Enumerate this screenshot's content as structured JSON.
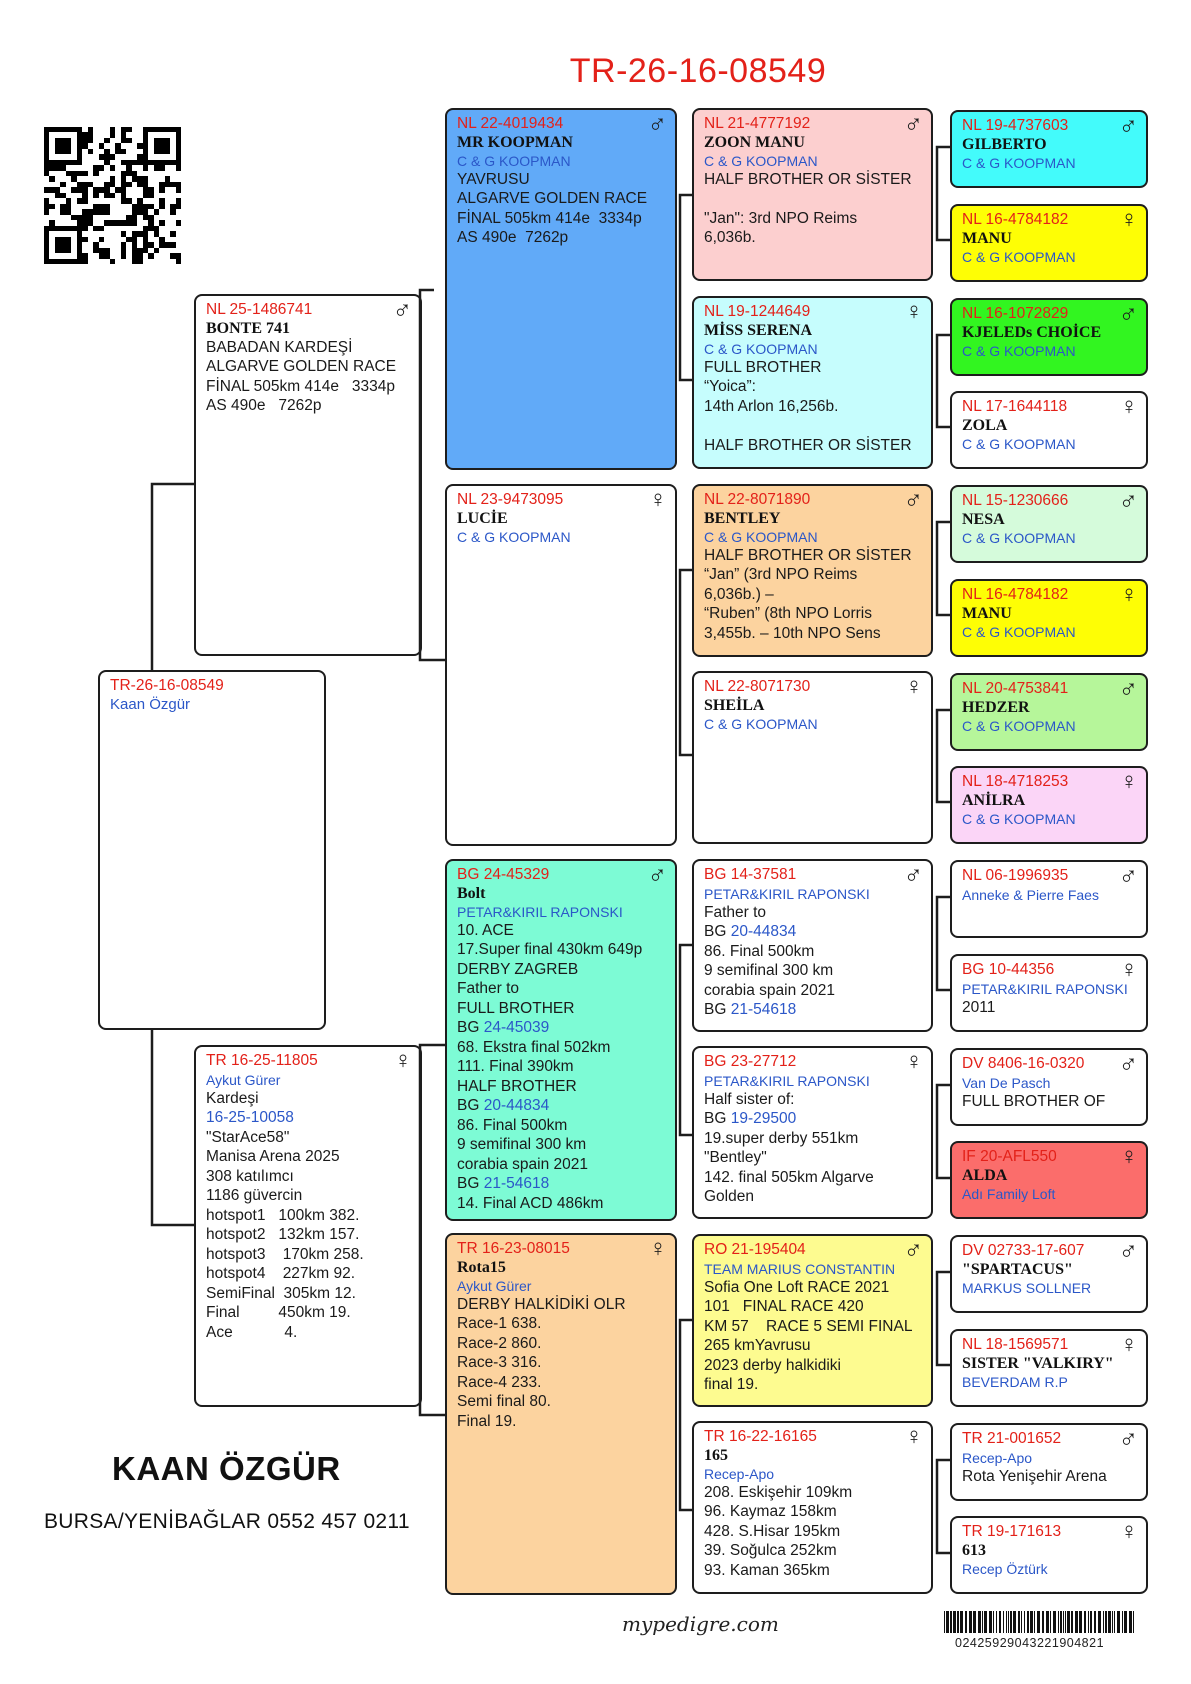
{
  "title": "TR-26-16-08549",
  "breeder": {
    "name": "KAAN ÖZGÜR",
    "address": "BURSA/YENİBAĞLAR 0552 457 0211"
  },
  "footer": {
    "brand": "mypedigre.com",
    "barcode_number": "02425929043221904821"
  },
  "colors": {
    "accent": "#e32119",
    "owner": "#2b57c8",
    "blue": "#61aaf8",
    "pink": "#fccfcf",
    "cyan": "#c6fdfd",
    "peach": "#fcd39f",
    "aqua": "#7dfbd5",
    "yellow": "#fdfb90",
    "brightcyan": "#43fbfb",
    "brightyellow": "#fefe05",
    "green": "#32f520",
    "lightgreen": "#d5fbdb",
    "lime": "#b6f69a",
    "lilac": "#fbd5f7",
    "red": "#fb6d6b"
  },
  "birds": [
    {
      "key": "subject",
      "id": "TR-26-16-08549",
      "name": "",
      "owner": "Kaan Özgür",
      "sex": "",
      "lines": []
    },
    {
      "key": "sire",
      "id": "NL 25-1486741",
      "name": "BONTE 741",
      "owner": "",
      "sex": "♂",
      "lines": [
        [
          "BABADAN KARDEŞİ"
        ],
        [
          "ALGARVE GOLDEN RACE"
        ],
        [
          "FİNAL 505km 414e   3334p"
        ],
        [
          "AS 490e   7262p"
        ]
      ]
    },
    {
      "key": "dam",
      "id": "TR 16-25-11805",
      "name": "",
      "owner": "Aykut Gürer",
      "sex": "♀",
      "lines": [
        [
          "Kardeşi"
        ],
        [
          "",
          "16-25-10058"
        ],
        [
          "\"StarAce58\""
        ],
        [
          "Manisa Arena 2025"
        ],
        [
          "308 katılımcı"
        ],
        [
          "1186 güvercin"
        ],
        [
          "hotspot1   100km 382."
        ],
        [
          "hotspot2   132km 157."
        ],
        [
          "hotspot3    170km 258."
        ],
        [
          "hotspot4    227km 92."
        ],
        [
          "SemiFinal  305km 12."
        ],
        [
          "Final         450km 19."
        ],
        [
          "Ace            4."
        ]
      ]
    },
    {
      "key": "ss",
      "id": "NL 22-4019434",
      "name": "MR KOOPMAN",
      "owner": "C & G KOOPMAN",
      "sex": "♂",
      "lines": [
        [
          "YAVRUSU"
        ],
        [
          "ALGARVE GOLDEN RACE"
        ],
        [
          "FİNAL 505km 414e  3334p"
        ],
        [
          "AS 490e  7262p"
        ]
      ]
    },
    {
      "key": "sd",
      "id": "NL 23-9473095",
      "name": "LUCİE",
      "owner": "C & G KOOPMAN",
      "sex": "♀",
      "lines": []
    },
    {
      "key": "ds",
      "id": "BG 24-45329",
      "name": "Bolt",
      "owner": "PETAR&KIRIL RAPONSKI",
      "sex": "♂",
      "lines": [
        [
          "10. ACE"
        ],
        [
          "17.Super final 430km 649p"
        ],
        [
          "DERBY ZAGREB"
        ],
        [
          "Father to"
        ],
        [
          "FULL BROTHER"
        ],
        [
          "BG ",
          "24-45039"
        ],
        [
          "68. Ekstra final 502km"
        ],
        [
          "111. Final 390km"
        ],
        [
          "HALF BROTHER"
        ],
        [
          "BG ",
          "20-44834"
        ],
        [
          "86. Final 500km"
        ],
        [
          "9 semifinal 300 km"
        ],
        [
          "corabia spain 2021"
        ],
        [
          "BG ",
          "21-54618"
        ],
        [
          "14. Final ACD 486km"
        ]
      ]
    },
    {
      "key": "dd",
      "id": "TR 16-23-08015",
      "name": "Rota15",
      "owner": "Aykut Gürer",
      "sex": "♀",
      "lines": [
        [
          "DERBY HALKİDİKİ OLR"
        ],
        [
          "Race-1 638."
        ],
        [
          "Race-2 860."
        ],
        [
          "Race-3 316."
        ],
        [
          "Race-4 233."
        ],
        [
          "Semi final 80."
        ],
        [
          "Final 19."
        ]
      ]
    },
    {
      "key": "sss",
      "id": "NL 21-4777192",
      "name": "ZOON MANU",
      "owner": "C & G KOOPMAN",
      "sex": "♂",
      "lines": [
        [
          "HALF BROTHER OR SİSTER"
        ],
        [
          ""
        ],
        [
          "\"Jan\": 3rd NPO Reims"
        ],
        [
          "6,036b."
        ]
      ]
    },
    {
      "key": "ssd",
      "id": "NL 19-1244649",
      "name": "MİSS SERENA",
      "owner": "C & G KOOPMAN",
      "sex": "♀",
      "lines": [
        [
          "FULL BROTHER"
        ],
        [
          "“Yoica”:"
        ],
        [
          "14th Arlon 16,256b."
        ],
        [
          ""
        ],
        [
          "HALF BROTHER OR SİSTER"
        ]
      ]
    },
    {
      "key": "sds",
      "id": "NL 22-8071890",
      "name": "BENTLEY",
      "owner": "C & G KOOPMAN",
      "sex": "♂",
      "lines": [
        [
          "HALF BROTHER OR SİSTER"
        ],
        [
          "“Jan” (3rd NPO Reims"
        ],
        [
          "6,036b.) –"
        ],
        [
          "“Ruben” (8th NPO Lorris"
        ],
        [
          "3,455b. – 10th NPO Sens"
        ]
      ]
    },
    {
      "key": "sdd",
      "id": "NL 22-8071730",
      "name": "SHEİLA",
      "owner": "C & G KOOPMAN",
      "sex": "♀",
      "lines": []
    },
    {
      "key": "dss",
      "id": "BG 14-37581",
      "name": "",
      "owner": "PETAR&KIRIL RAPONSKI",
      "sex": "♂",
      "lines": [
        [
          "Father to"
        ],
        [
          "BG ",
          "20-44834"
        ],
        [
          "86. Final 500km"
        ],
        [
          "9 semifinal 300 km"
        ],
        [
          "corabia spain 2021"
        ],
        [
          "BG ",
          "21-54618"
        ]
      ]
    },
    {
      "key": "dsd",
      "id": "BG 23-27712",
      "name": "",
      "owner": "PETAR&KIRIL RAPONSKI",
      "sex": "♀",
      "lines": [
        [
          "Half sister of:"
        ],
        [
          "BG ",
          "19-29500"
        ],
        [
          "19.super derby 551km"
        ],
        [
          "\"Bentley\""
        ],
        [
          "142. final 505km Algarve"
        ],
        [
          "Golden"
        ]
      ]
    },
    {
      "key": "dds",
      "id": "RO 21-195404",
      "name": "",
      "owner": "TEAM MARIUS CONSTANTIN",
      "sex": "♂",
      "lines": [
        [
          "Sofia One Loft RACE 2021"
        ],
        [
          "101   FINAL RACE 420"
        ],
        [
          "KM 57    RACE 5 SEMI FINAL"
        ],
        [
          "265 kmYavrusu"
        ],
        [
          "2023 derby halkidiki"
        ],
        [
          "final 19."
        ]
      ]
    },
    {
      "key": "ddd",
      "id": "TR 16-22-16165",
      "name": "165",
      "owner": "Recep-Apo",
      "sex": "♀",
      "lines": [
        [
          "208. Eskişehir 109km"
        ],
        [
          "96. Kaymaz 158km"
        ],
        [
          "428. S.Hisar 195km"
        ],
        [
          "39. Soğulca 252km"
        ],
        [
          "93. Kaman 365km"
        ]
      ]
    },
    {
      "key": "ssss",
      "id": "NL 19-4737603",
      "name": "GILBERTO",
      "owner": "C & G KOOPMAN",
      "sex": "♂",
      "lines": []
    },
    {
      "key": "sssd",
      "id": "NL 16-4784182",
      "name": "MANU",
      "owner": "C & G KOOPMAN",
      "sex": "♀",
      "lines": []
    },
    {
      "key": "ssds",
      "id": "NL 16-1072829",
      "name": "KJELEDs CHOİCE",
      "owner": "C & G KOOPMAN",
      "sex": "♂",
      "lines": []
    },
    {
      "key": "ssdd",
      "id": "NL 17-1644118",
      "name": "ZOLA",
      "owner": "C & G KOOPMAN",
      "sex": "♀",
      "lines": []
    },
    {
      "key": "sdss",
      "id": "NL 15-1230666",
      "name": "NESA",
      "owner": "C & G KOOPMAN",
      "sex": "♂",
      "lines": []
    },
    {
      "key": "sdsd",
      "id": "NL 16-4784182",
      "name": "MANU",
      "owner": "C & G KOOPMAN",
      "sex": "♀",
      "lines": []
    },
    {
      "key": "sdds",
      "id": "NL 20-4753841",
      "name": "HEDZER",
      "owner": "C & G KOOPMAN",
      "sex": "♂",
      "lines": []
    },
    {
      "key": "sddd",
      "id": "NL 18-4718253",
      "name": "ANİLRA",
      "owner": "C & G KOOPMAN",
      "sex": "♀",
      "lines": []
    },
    {
      "key": "dsss",
      "id": "NL 06-1996935",
      "name": "",
      "owner": "Anneke & Pierre Faes",
      "sex": "♂",
      "lines": []
    },
    {
      "key": "dssd",
      "id": "BG 10-44356",
      "name": "",
      "owner": "PETAR&KIRIL RAPONSKI",
      "sex": "♀",
      "lines": [
        [
          "2011"
        ]
      ]
    },
    {
      "key": "dsds",
      "id": "DV 8406-16-0320",
      "name": "",
      "owner": "Van De Pasch",
      "sex": "♂",
      "lines": [
        [
          "FULL BROTHER OF"
        ]
      ]
    },
    {
      "key": "dsdd",
      "id": "IF 20-AFL550",
      "name": "ALDA",
      "owner": "Adı Family Loft",
      "sex": "♀",
      "lines": []
    },
    {
      "key": "ddss",
      "id": "DV 02733-17-607",
      "name": "\"SPARTACUS\"",
      "owner": "MARKUS SOLLNER",
      "sex": "♂",
      "lines": []
    },
    {
      "key": "ddsd",
      "id": "NL 18-1569571",
      "name": "SISTER \"VALKIRY\"",
      "owner": "BEVERDAM R.P",
      "sex": "♀",
      "lines": []
    },
    {
      "key": "ddds",
      "id": "TR 21-001652",
      "name": "",
      "owner": "Recep-Apo",
      "sex": "♂",
      "lines": [
        [
          "Rota Yenişehir Arena"
        ]
      ]
    },
    {
      "key": "dddd",
      "id": "TR 19-171613",
      "name": "613",
      "owner": "Recep Öztürk",
      "sex": "♀",
      "lines": []
    }
  ]
}
